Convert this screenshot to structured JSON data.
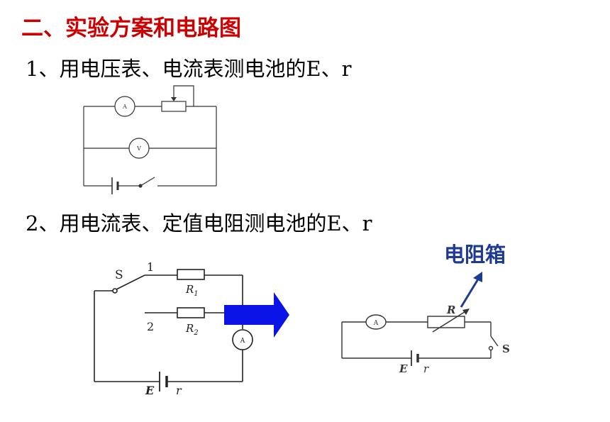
{
  "heading": "二、实验方案和电路图",
  "method1": {
    "title": "1、用电压表、电流表测电池的E、r",
    "ammeter": "A",
    "voltmeter": "V"
  },
  "method2": {
    "title": "2、用电流表、定值电阻测电池的E、r",
    "switch": "S",
    "pos1": "1",
    "pos2": "2",
    "r1": "R",
    "r1_sub": "1",
    "r2": "R",
    "r2_sub": "2",
    "ammeter": "A",
    "emf": "E",
    "internal": "r"
  },
  "box_circuit": {
    "callout": "电阻箱",
    "resistor": "R",
    "ammeter": "A",
    "switch": "S",
    "emf": "E",
    "internal": "r"
  },
  "colors": {
    "heading": "#cc0000",
    "callout": "#1f3a93",
    "arrow": "#0a14e6"
  }
}
